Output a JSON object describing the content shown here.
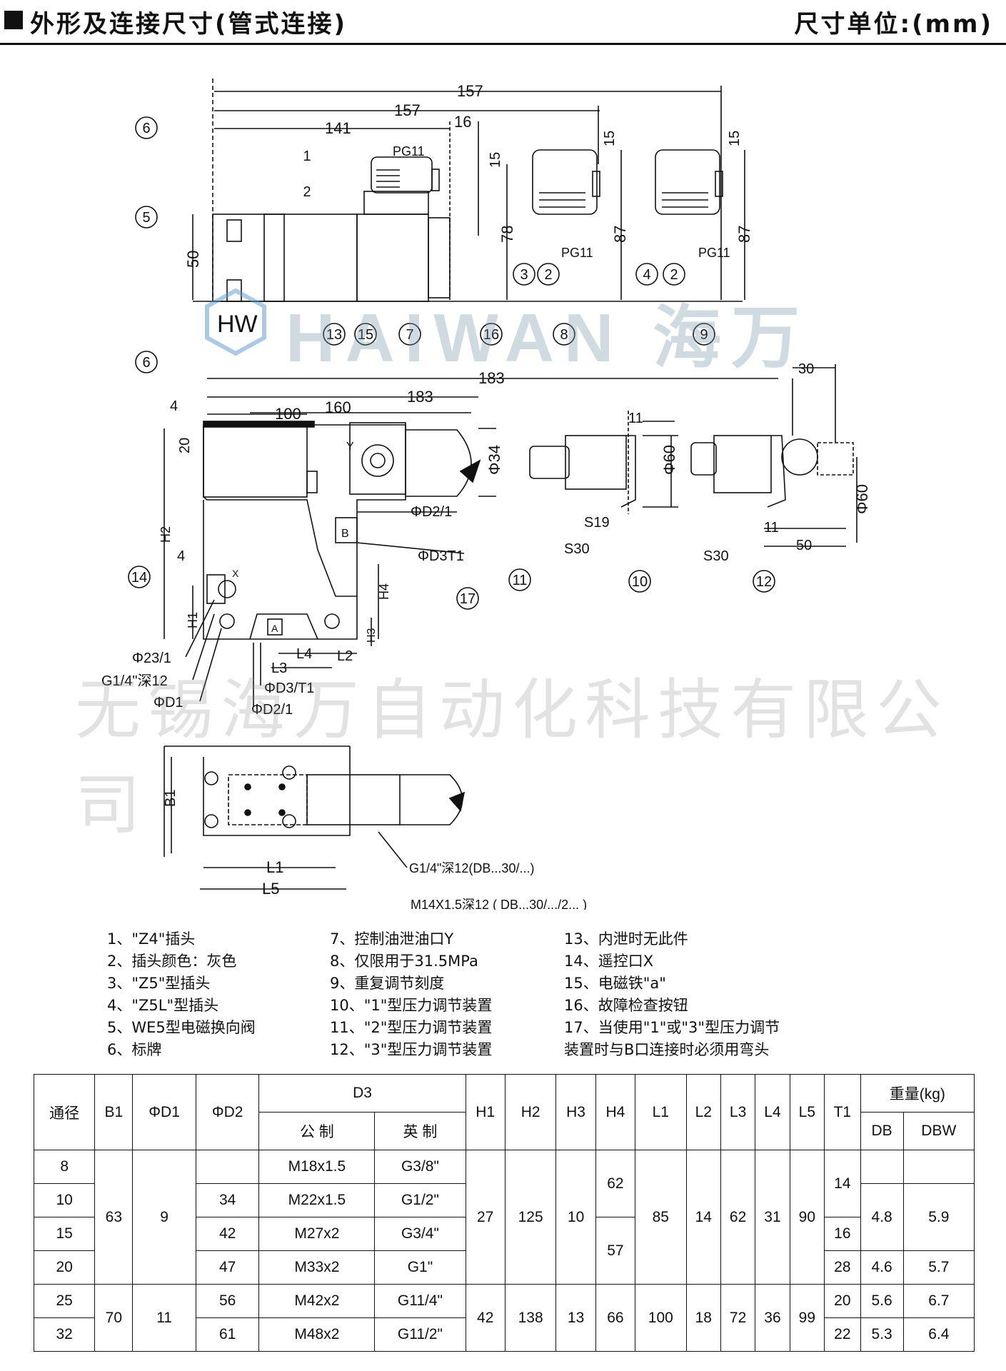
{
  "header": {
    "title": "外形及连接尺寸(管式连接)",
    "unit": "尺寸单位:(mm)"
  },
  "watermark": {
    "brand": "HAIWAN 海万",
    "company": "无锡海万自动化科技有限公司"
  },
  "dims": {
    "d157": "157",
    "d141": "141",
    "d16": "16",
    "d15": "15",
    "d78": "78",
    "d87": "87",
    "d50": "50",
    "d183": "183",
    "d100": "100",
    "d160": "160",
    "d4": "4",
    "d20": "20",
    "d34": "Φ34",
    "d30": "30",
    "d11": "11",
    "d60": "Φ60",
    "pg11": "PG11",
    "s19": "S19",
    "s30": "S30",
    "h1": "H1",
    "h2": "H2",
    "h3": "H3",
    "h4": "H4",
    "l1": "L1",
    "l2": "L2",
    "l3": "L3",
    "l4": "L4",
    "l5": "L5",
    "b1": "B1",
    "d2_1": "ΦD2/1",
    "d3t1": "ΦD3T1",
    "d23_1": "Φ23/1",
    "g14": "G1/4\"深12",
    "d1": "ΦD1",
    "d3_t1": "ΦD3/T1",
    "x": "X",
    "y": "Y",
    "a": "A",
    "b": "B",
    "g14b": "G1/4\"深12(DB...30/...)",
    "m14": "M14X1.5深12 ( DB...30/.../2... )"
  },
  "callouts": [
    "1",
    "2",
    "3",
    "4",
    "5",
    "6",
    "7",
    "8",
    "9",
    "10",
    "11",
    "12",
    "13",
    "14",
    "15",
    "16",
    "17"
  ],
  "notes": {
    "col1": [
      "1、\"Z4\"插头",
      "2、插头颜色：灰色",
      "3、\"Z5\"型插头",
      "4、\"Z5L\"型插头",
      "5、WE5型电磁换向阀",
      "6、标牌"
    ],
    "col2": [
      "7、控制油泄油口Y",
      "8、仅限用于31.5MPa",
      "9、重复调节刻度",
      "10、\"1\"型压力调节装置",
      "11、\"2\"型压力调节装置",
      "12、\"3\"型压力调节装置"
    ],
    "col3": [
      "13、内泄时无此件",
      "14、遥控口X",
      "15、电磁铁\"a\"",
      "16、故障检查按钮",
      "17、当使用\"1\"或\"3\"型压力调节",
      "装置时与B口连接时必须用弯头"
    ]
  },
  "table": {
    "headers": {
      "size": "通径",
      "b1": "B1",
      "d1": "ΦD1",
      "d2": "ΦD2",
      "d3": "D3",
      "metric": "公 制",
      "imperial": "英 制",
      "h1": "H1",
      "h2": "H2",
      "h3": "H3",
      "h4": "H4",
      "l1": "L1",
      "l2": "L2",
      "l3": "L3",
      "l4": "L4",
      "l5": "L5",
      "t1": "T1",
      "weight": "重量(kg)",
      "db": "DB",
      "dbw": "DBW"
    },
    "size": [
      "8",
      "10",
      "15",
      "20",
      "25",
      "32"
    ],
    "metric": [
      "M18x1.5",
      "M22x1.5",
      "M27x2",
      "M33x2",
      "M42x2",
      "M48x2"
    ],
    "imperial": [
      "G3/8\"",
      "G1/2\"",
      "G3/4\"",
      "G1\"",
      "G11/4\"",
      "G11/2\""
    ],
    "d2": [
      "34",
      "42",
      "47",
      "56",
      "61"
    ],
    "g1": {
      "b1": "63",
      "d1": "9",
      "h1": "27",
      "h2": "125",
      "h3": "10",
      "h4a": "62",
      "h4b": "57",
      "l1": "85",
      "l2": "14",
      "l3": "62",
      "l4": "31",
      "l5": "90"
    },
    "g2": {
      "b1": "70",
      "d1": "11",
      "h1": "42",
      "h2": "138",
      "h3": "13",
      "h4": "66",
      "l1": "100",
      "l2": "18",
      "l3": "72",
      "l4": "36",
      "l5": "99"
    },
    "t1": [
      "14",
      "16",
      "28",
      "20",
      "22"
    ],
    "db": [
      "4.8",
      "4.6",
      "5.6",
      "5.3"
    ],
    "dbw": [
      "5.9",
      "5.7",
      "6.7",
      "6.4"
    ]
  }
}
